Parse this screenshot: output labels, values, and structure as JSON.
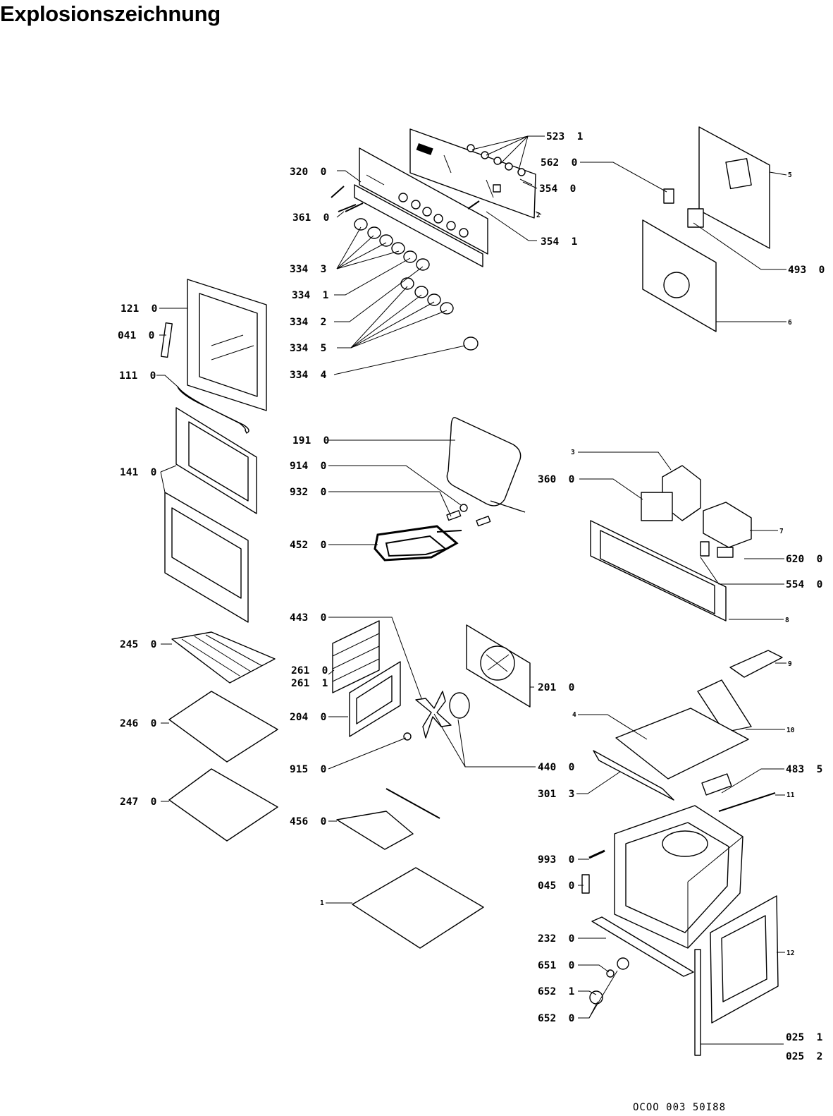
{
  "title": "Explosionszeichnung",
  "document_number": "OCOO 003 50I88",
  "callouts": [
    {
      "id": "523-1",
      "text": "523  1"
    },
    {
      "id": "562-0",
      "text": "562  0"
    },
    {
      "id": "354-0",
      "text": "354  0"
    },
    {
      "id": "320-0",
      "text": "320  0"
    },
    {
      "id": "361-0",
      "text": "361  0"
    },
    {
      "id": "354-1",
      "text": "354  1"
    },
    {
      "id": "334-3",
      "text": "334  3"
    },
    {
      "id": "334-1",
      "text": "334  1"
    },
    {
      "id": "334-2",
      "text": "334  2"
    },
    {
      "id": "334-5",
      "text": "334  5"
    },
    {
      "id": "334-4",
      "text": "334  4"
    },
    {
      "id": "121-0",
      "text": "121  0"
    },
    {
      "id": "041-0",
      "text": "041  0"
    },
    {
      "id": "111-0",
      "text": "111  0"
    },
    {
      "id": "141-0",
      "text": "141  0"
    },
    {
      "id": "191-0",
      "text": "191  0"
    },
    {
      "id": "914-0",
      "text": "914  0"
    },
    {
      "id": "932-0",
      "text": "932  0"
    },
    {
      "id": "452-0",
      "text": "452  0"
    },
    {
      "id": "443-0",
      "text": "443  0"
    },
    {
      "id": "261-0",
      "text": "261  0"
    },
    {
      "id": "261-1",
      "text": "261  1"
    },
    {
      "id": "204-0",
      "text": "204  0"
    },
    {
      "id": "915-0",
      "text": "915  0"
    },
    {
      "id": "456-0",
      "text": "456  0"
    },
    {
      "id": "245-0",
      "text": "245  0"
    },
    {
      "id": "246-0",
      "text": "246  0"
    },
    {
      "id": "247-0",
      "text": "247  0"
    },
    {
      "id": "201-0",
      "text": "201  0"
    },
    {
      "id": "440-0",
      "text": "440  0"
    },
    {
      "id": "301-3",
      "text": "301  3"
    },
    {
      "id": "360-0",
      "text": "360  0"
    },
    {
      "id": "493-0",
      "text": "493  0"
    },
    {
      "id": "620-0",
      "text": "620  0"
    },
    {
      "id": "554-0",
      "text": "554  0"
    },
    {
      "id": "483-5",
      "text": "483  5"
    },
    {
      "id": "993-0",
      "text": "993  0"
    },
    {
      "id": "045-0",
      "text": "045  0"
    },
    {
      "id": "232-0",
      "text": "232  0"
    },
    {
      "id": "651-0",
      "text": "651  0"
    },
    {
      "id": "652-1",
      "text": "652  1"
    },
    {
      "id": "652-0",
      "text": "652  0"
    },
    {
      "id": "025-1",
      "text": "025  1"
    },
    {
      "id": "025-2",
      "text": "025  2"
    },
    {
      "id": "n1",
      "text": "1"
    },
    {
      "id": "n2",
      "text": "2"
    },
    {
      "id": "n3",
      "text": "3"
    },
    {
      "id": "n4",
      "text": "4"
    },
    {
      "id": "n5",
      "text": "5"
    },
    {
      "id": "n6",
      "text": "6"
    },
    {
      "id": "n7",
      "text": "7"
    },
    {
      "id": "n8",
      "text": "8"
    },
    {
      "id": "n9",
      "text": "9"
    },
    {
      "id": "n10",
      "text": "10"
    },
    {
      "id": "n11",
      "text": "11"
    },
    {
      "id": "n12",
      "text": "12"
    }
  ]
}
